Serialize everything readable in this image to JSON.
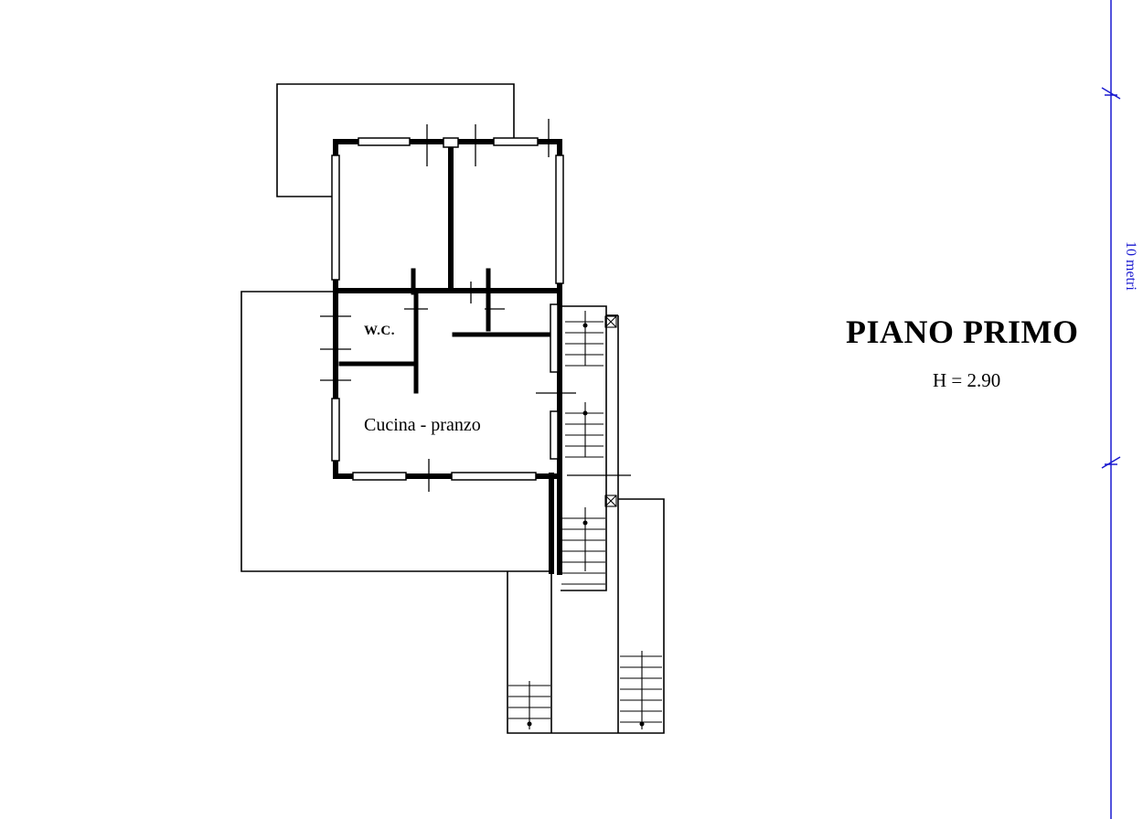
{
  "floor": {
    "title": "PIANO PRIMO",
    "height_label": "H = 2.90"
  },
  "rooms": {
    "wc": "W.C.",
    "kitchen": "Cucina - pranzo"
  },
  "scale": {
    "label": "10 metri",
    "color": "#1a1ad0"
  }
}
